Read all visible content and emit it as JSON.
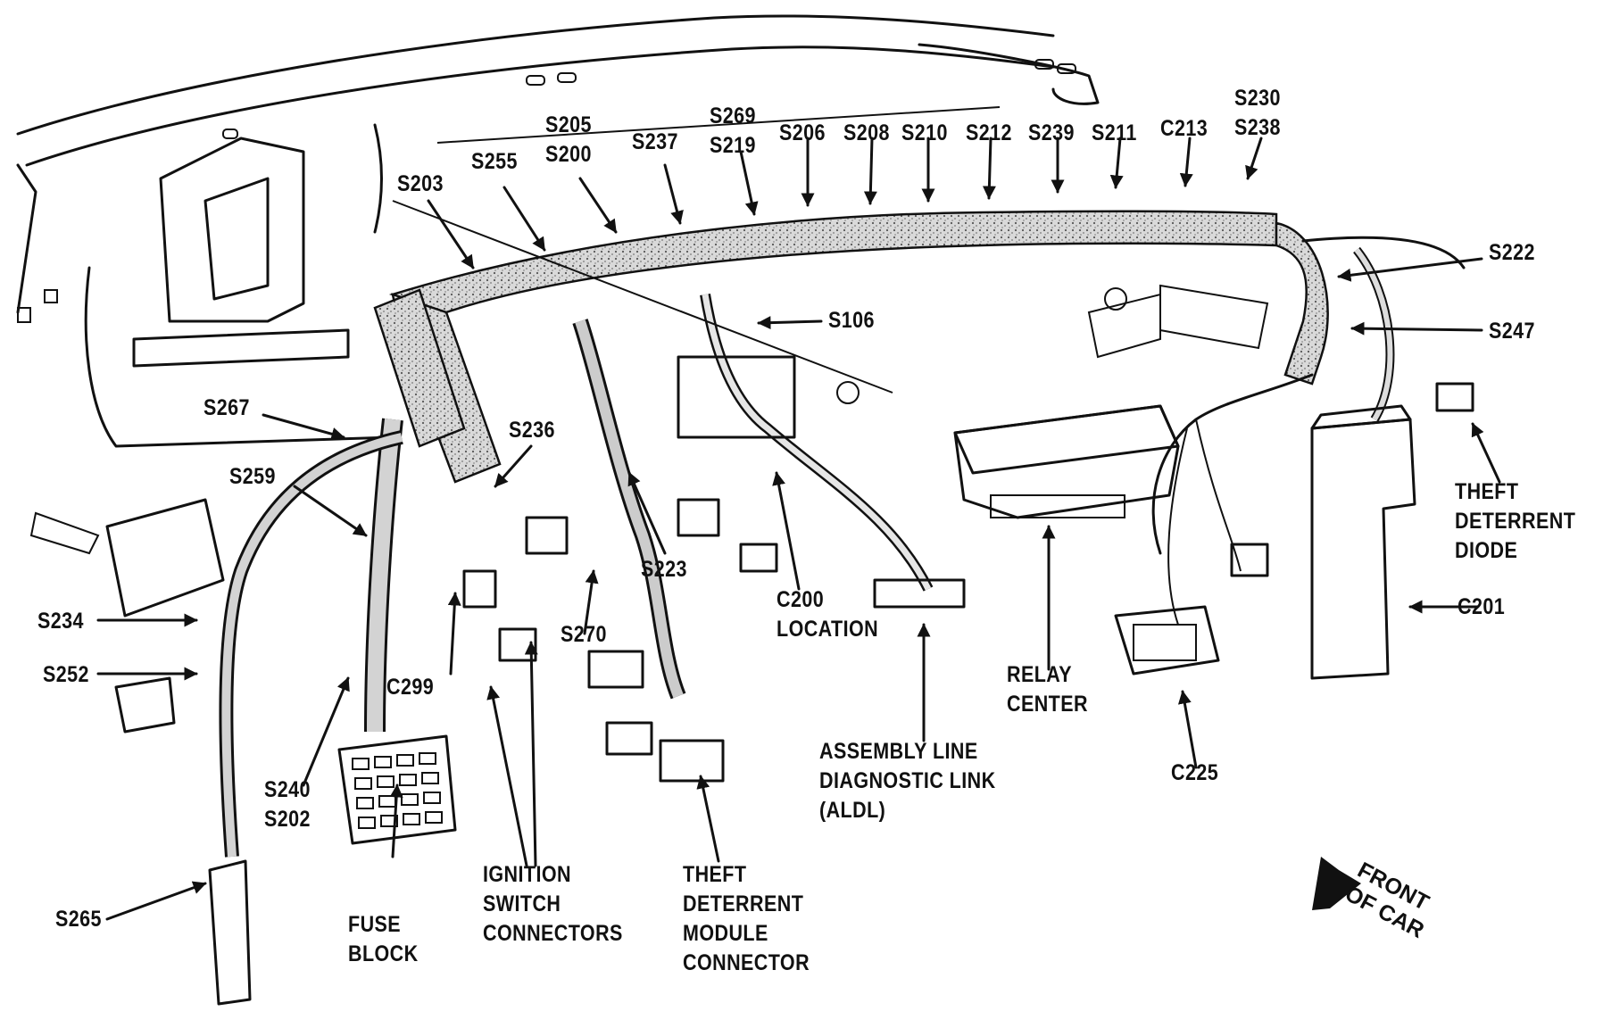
{
  "diagram": {
    "labels": {
      "s230_s238": "S230\nS238",
      "c213": "C213",
      "s211": "S211",
      "s239": "S239",
      "s212": "S212",
      "s210": "S210",
      "s208": "S208",
      "s206": "S206",
      "s269_s219": "S269\nS219",
      "s237": "S237",
      "s205_s200": "S205\nS200",
      "s255": "S255",
      "s203": "S203",
      "s222": "S222",
      "s247": "S247",
      "s106": "S106",
      "s267": "S267",
      "s236": "S236",
      "s259": "S259",
      "s223": "S223",
      "s270": "S270",
      "s234": "S234",
      "s252": "S252",
      "c299": "C299",
      "s240_s202": "S240\nS202",
      "s265": "S265",
      "c200_location": "C200\nLOCATION",
      "relay_center": "RELAY\nCENTER",
      "c225": "C225",
      "c201": "C201",
      "theft_deterrent_diode": "THEFT\nDETERRENT\nDIODE",
      "aldl": "ASSEMBLY LINE\nDIAGNOSTIC LINK\n(ALDL)",
      "fuse_block": "FUSE\nBLOCK",
      "ignition_switch_connectors": "IGNITION\nSWITCH\nCONNECTORS",
      "theft_deterrent_module_connector": "THEFT\nDETERRENT\nMODULE\nCONNECTOR",
      "front_of_car": "FRONT\nOF CAR"
    }
  }
}
